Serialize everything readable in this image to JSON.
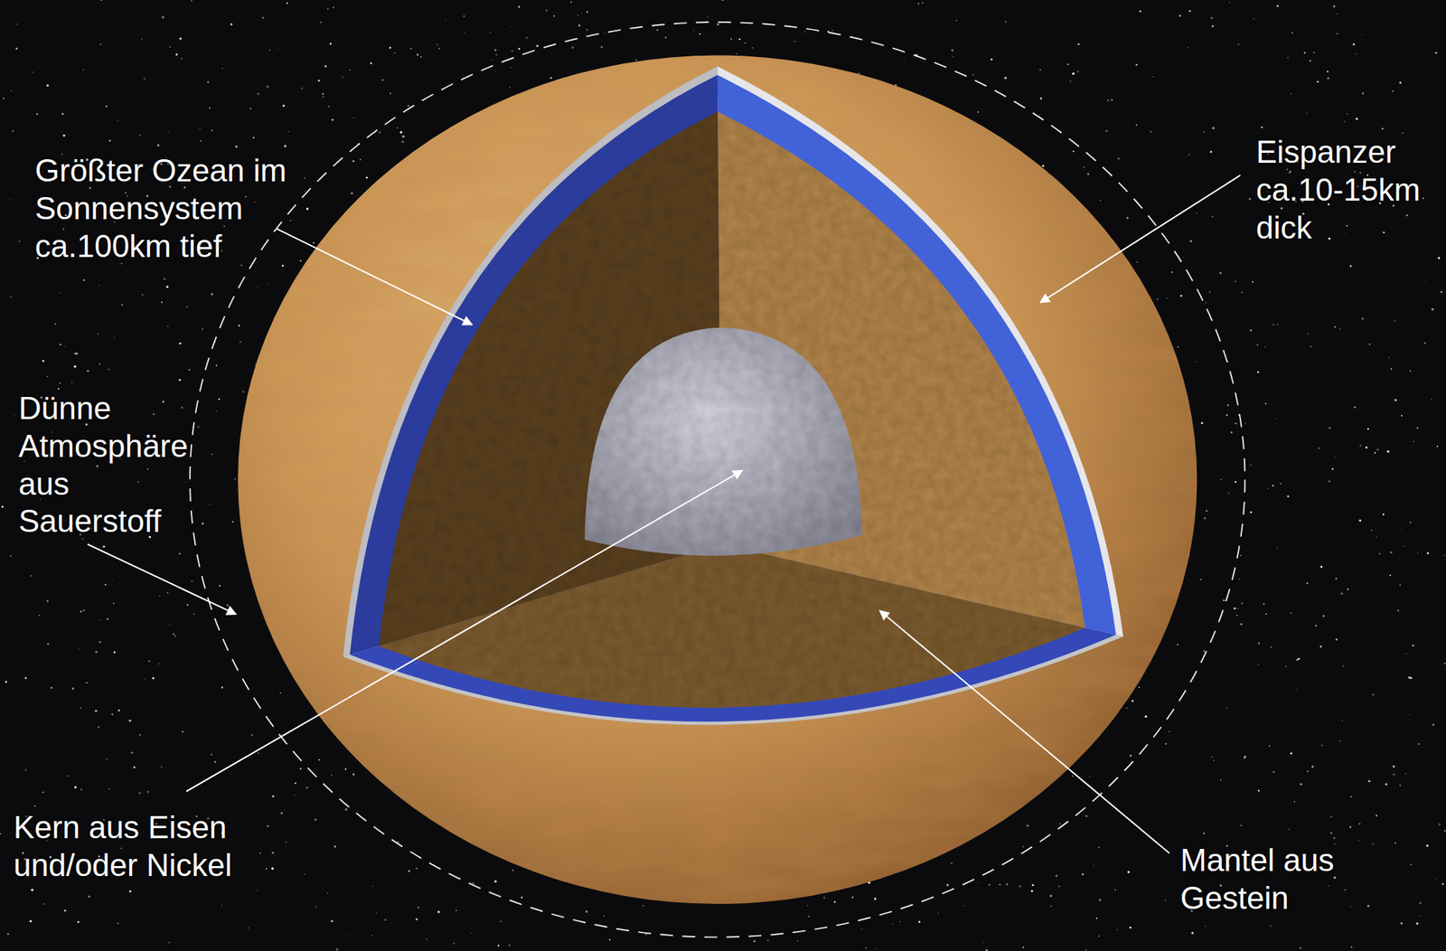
{
  "diagram": {
    "labels": [
      "Größter Ozean im Sonnensystem ca.100km tief",
      "Eispanzer ca.10-15km dick",
      "Dünne Atmosphäre aus Sauerstoff",
      "Kern aus Eisen und/oder Nickel",
      "Mantel aus Gestein"
    ]
  }
}
